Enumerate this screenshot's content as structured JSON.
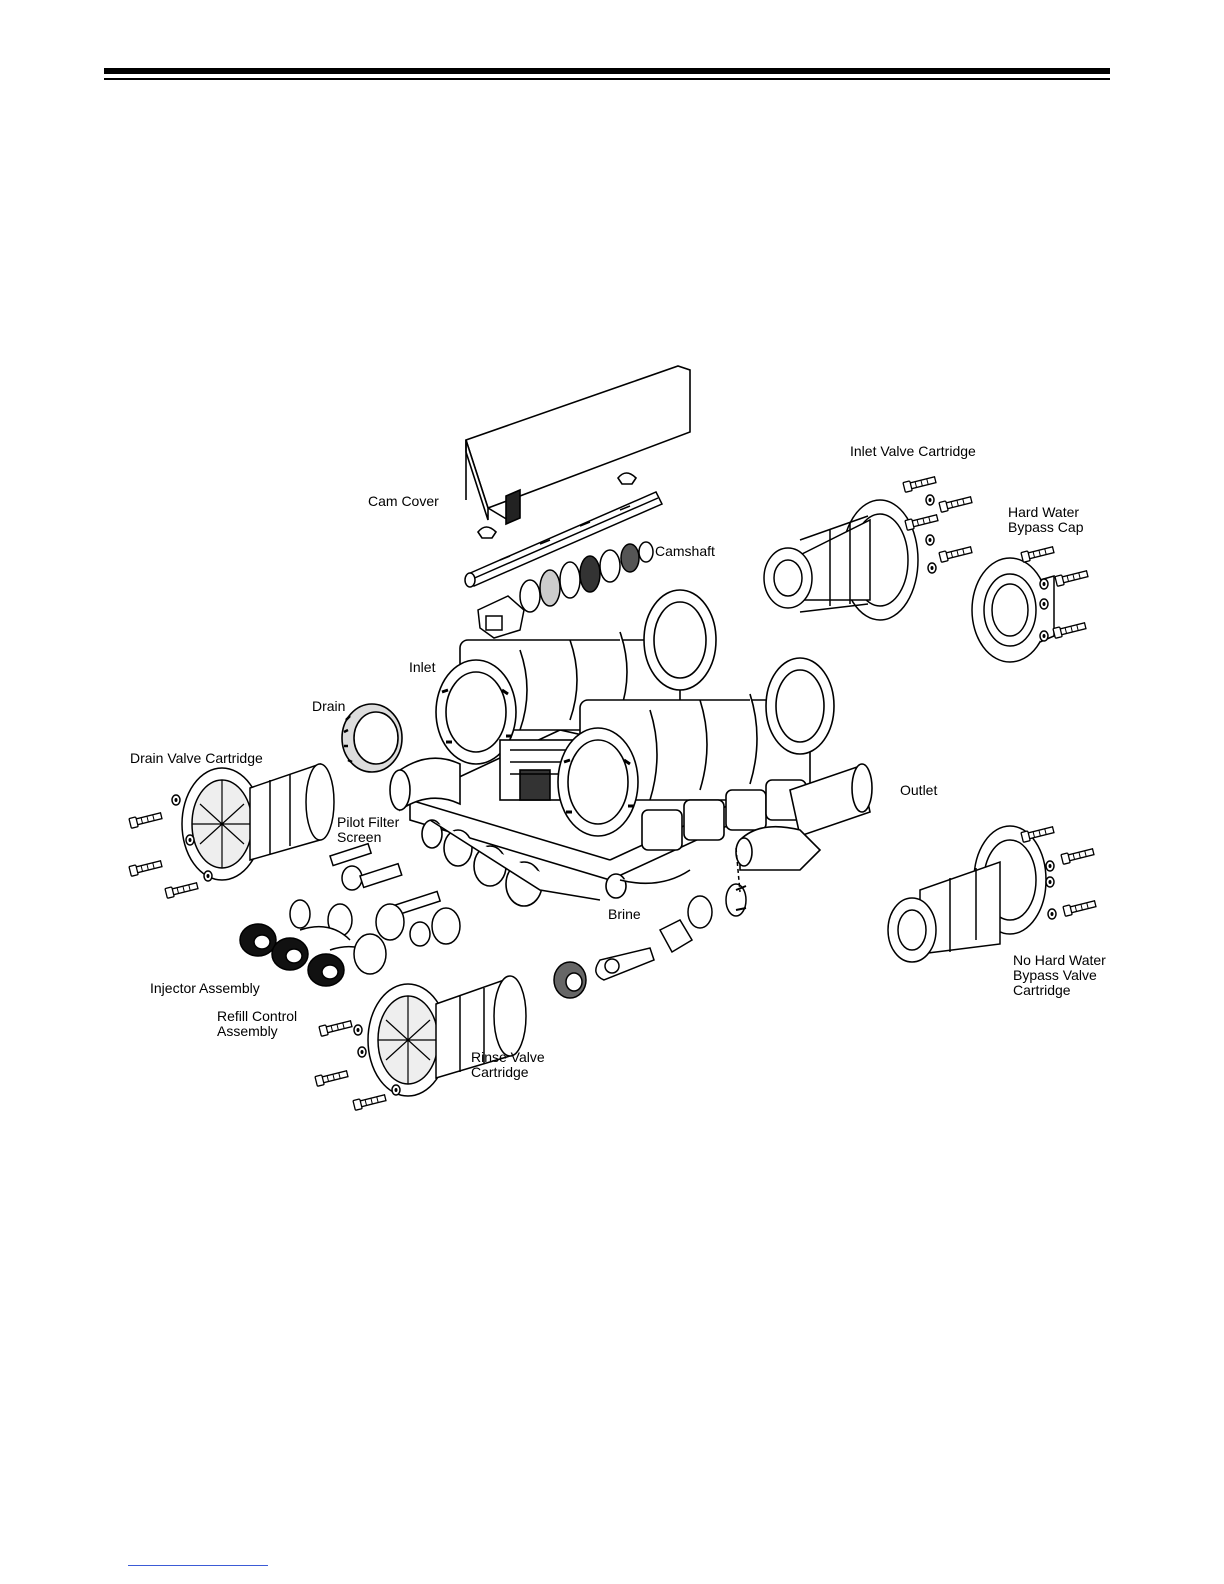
{
  "labels": {
    "cam_cover": "Cam Cover",
    "camshaft": "Camshaft",
    "inlet_valve_cartridge": "Inlet Valve Cartridge",
    "hard_water_bypass_cap_1": "Hard Water",
    "hard_water_bypass_cap_2": "Bypass Cap",
    "inlet": "Inlet",
    "drain": "Drain",
    "drain_valve_cartridge": "Drain Valve Cartridge",
    "outlet": "Outlet",
    "pilot_filter_screen_1": "Pilot Filter",
    "pilot_filter_screen_2": "Screen",
    "brine": "Brine",
    "injector_assembly": "Injector Assembly",
    "refill_control_assembly_1": "Refill Control",
    "refill_control_assembly_2": "Assembly",
    "rinse_valve_cartridge_1": "Rinse Valve",
    "rinse_valve_cartridge_2": "Cartridge",
    "no_hw_bypass_1": "No Hard Water",
    "no_hw_bypass_2": "Bypass Valve",
    "no_hw_bypass_3": "Cartridge"
  },
  "colors": {
    "ink": "#000000",
    "paper": "#ffffff",
    "footer_link": "#3b5bd6"
  }
}
